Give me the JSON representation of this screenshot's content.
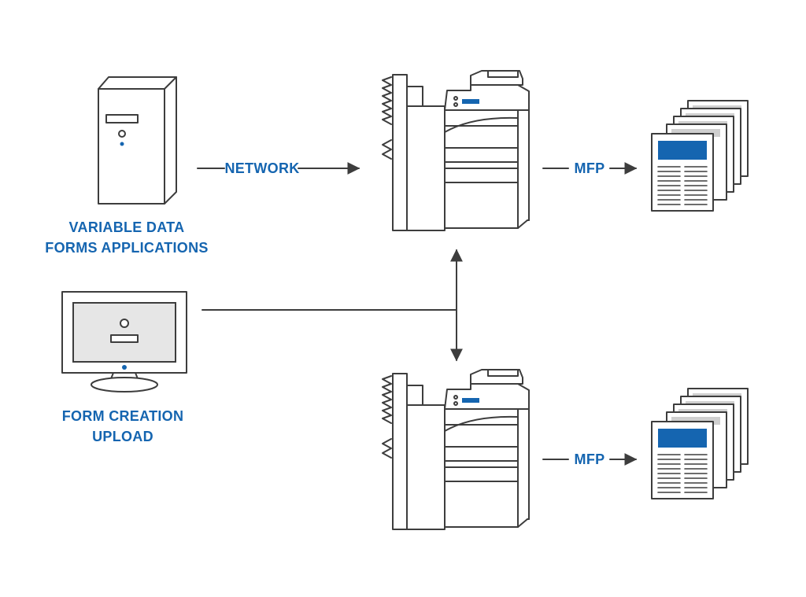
{
  "labels": {
    "network": "NETWORK",
    "mfp_top": "MFP",
    "mfp_bottom": "MFP",
    "server_line1": "VARIABLE DATA",
    "server_line2": "FORMS APPLICATIONS",
    "monitor_line1": "FORM CREATION",
    "monitor_line2": "UPLOAD"
  },
  "colors": {
    "accent": "#1565b0",
    "line": "#3d3d3d",
    "screen": "#e6e6e6",
    "paper_gray": "#cfcfcf"
  },
  "icons": [
    "server-icon",
    "monitor-icon",
    "printer-icon",
    "documents-icon",
    "arrow-icon"
  ]
}
